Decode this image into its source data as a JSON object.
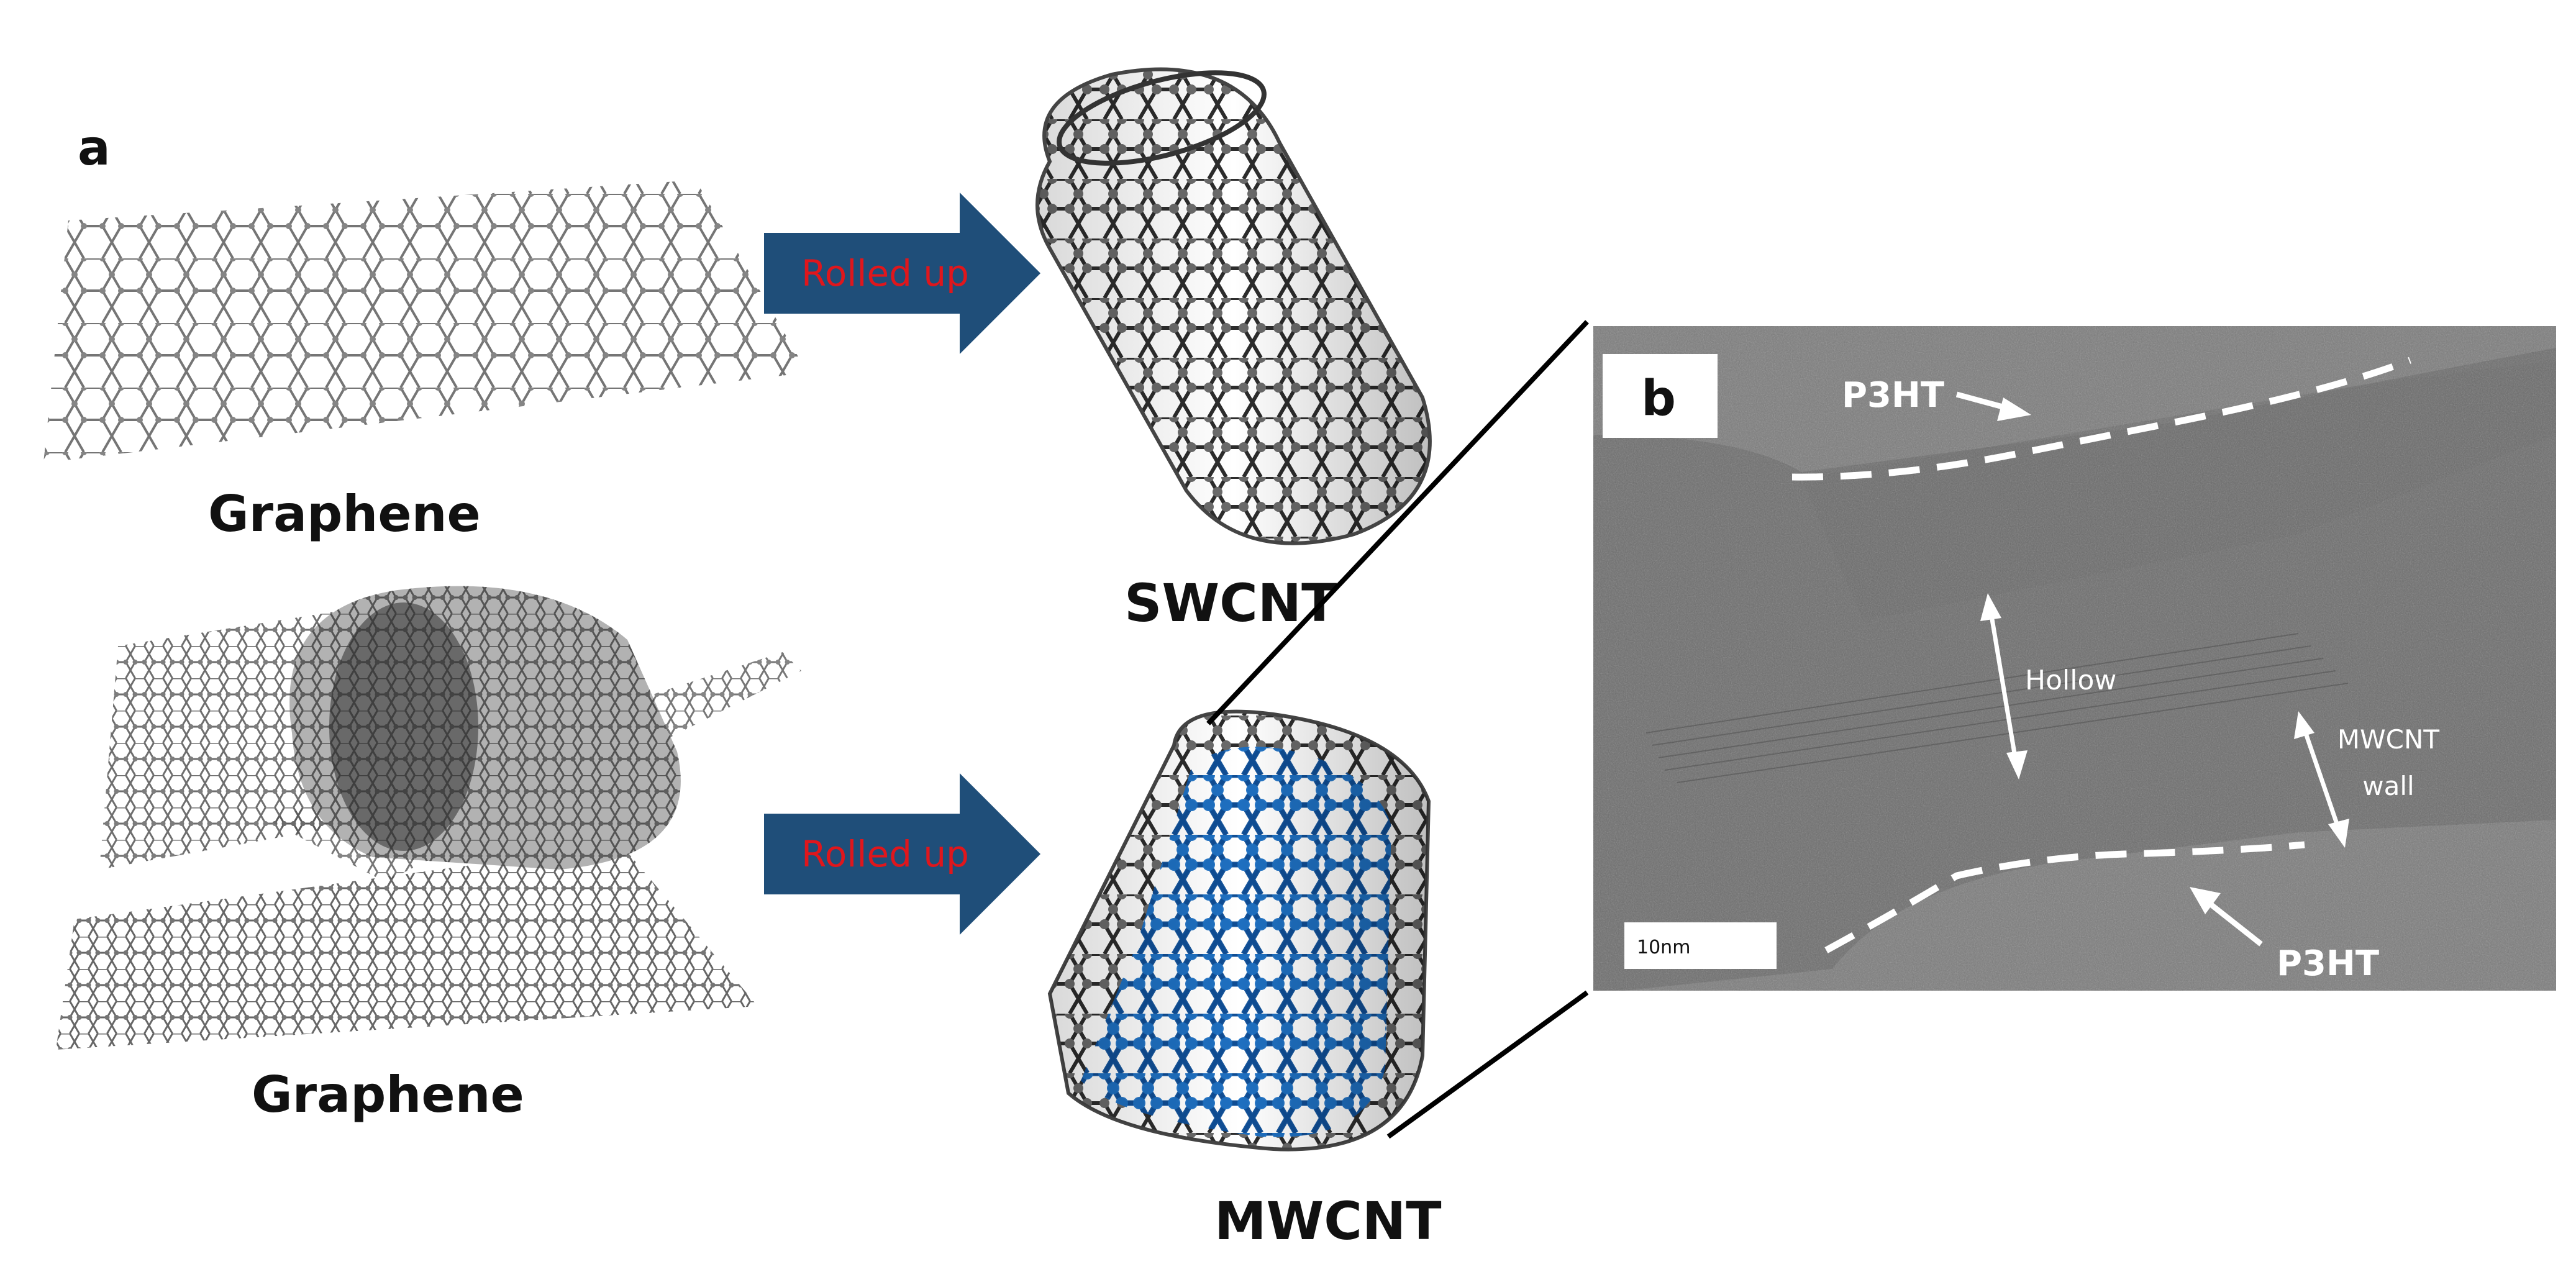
{
  "panel_a": {
    "letter": "a",
    "graphene_top_label": "Graphene",
    "graphene_bottom_label": "Graphene",
    "arrow_top_label": "Rolled up",
    "arrow_bottom_label": "Rolled up",
    "swcnt_label": "SWCNT",
    "mwcnt_label": "MWCNT"
  },
  "panel_b": {
    "letter": "b",
    "p3ht_top": "P3HT",
    "p3ht_bottom": "P3HT",
    "hollow": "Hollow",
    "wall_line1": "MWCNT",
    "wall_line2": "wall",
    "scale_bar": "10nm"
  },
  "colors": {
    "arrow_fill": "#1f4e79",
    "arrow_text": "#e0161c",
    "atom_gray": "#555555",
    "atom_blue": "#1a6fc4",
    "tem_base": "#6e6e6e"
  }
}
